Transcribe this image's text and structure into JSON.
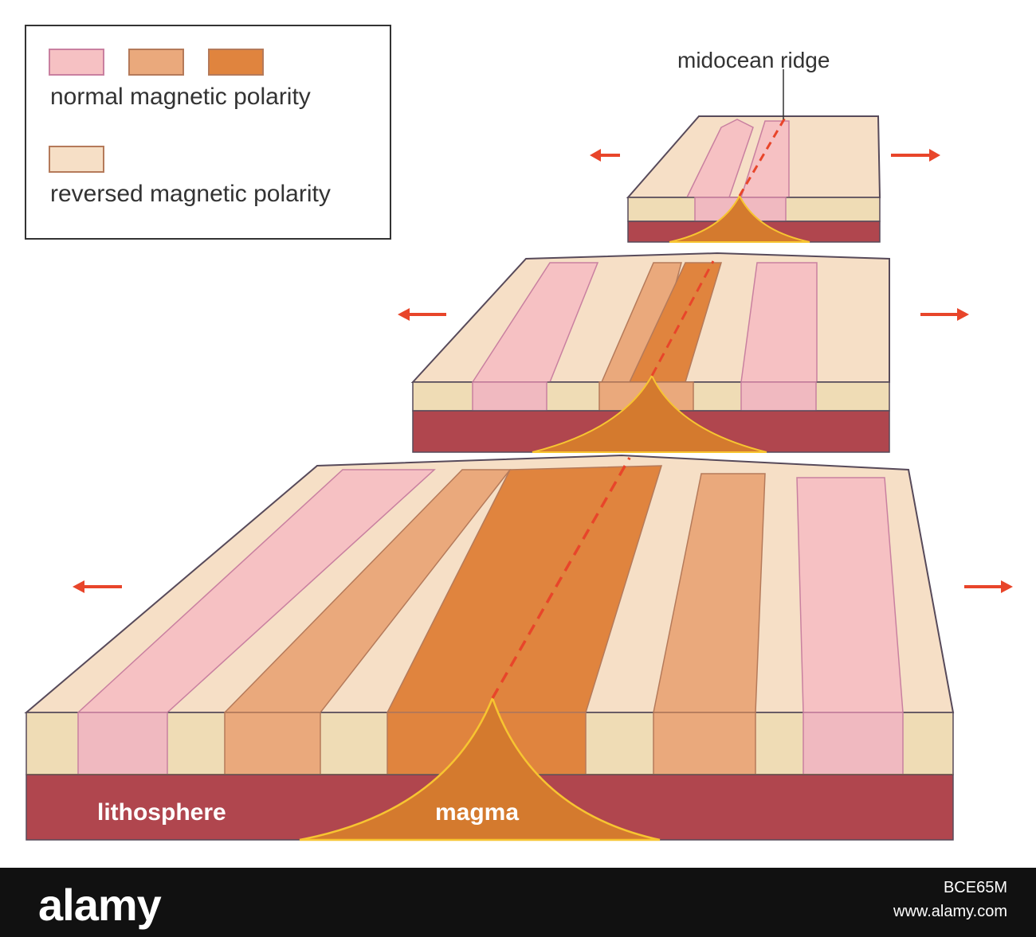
{
  "legend": {
    "normal_label": "normal magnetic polarity",
    "reversed_label": "reversed magnetic polarity",
    "normal_colors": [
      "#f6c1c3",
      "#eaa97c",
      "#e0843e"
    ],
    "reversed_color": "#f6dfc6",
    "swatch_border": "#b57a5a",
    "pink_border": "#c980a0"
  },
  "callout": {
    "label": "midocean ridge"
  },
  "labels": {
    "lithosphere": "lithosphere",
    "magma": "magma"
  },
  "footer": {
    "logo": "alamy",
    "image_id": "BCE65M",
    "url": "www.alamy.com"
  },
  "colors": {
    "crust_face": "#efdcb5",
    "lithosphere": "#b0464e",
    "lithosphere_top": "#c8515a",
    "magma": "#d47a2e",
    "magma_edge": "#f7c531",
    "arrow": "#e8452a",
    "ridge_line": "#e8452a",
    "outline": "#574a5a"
  }
}
